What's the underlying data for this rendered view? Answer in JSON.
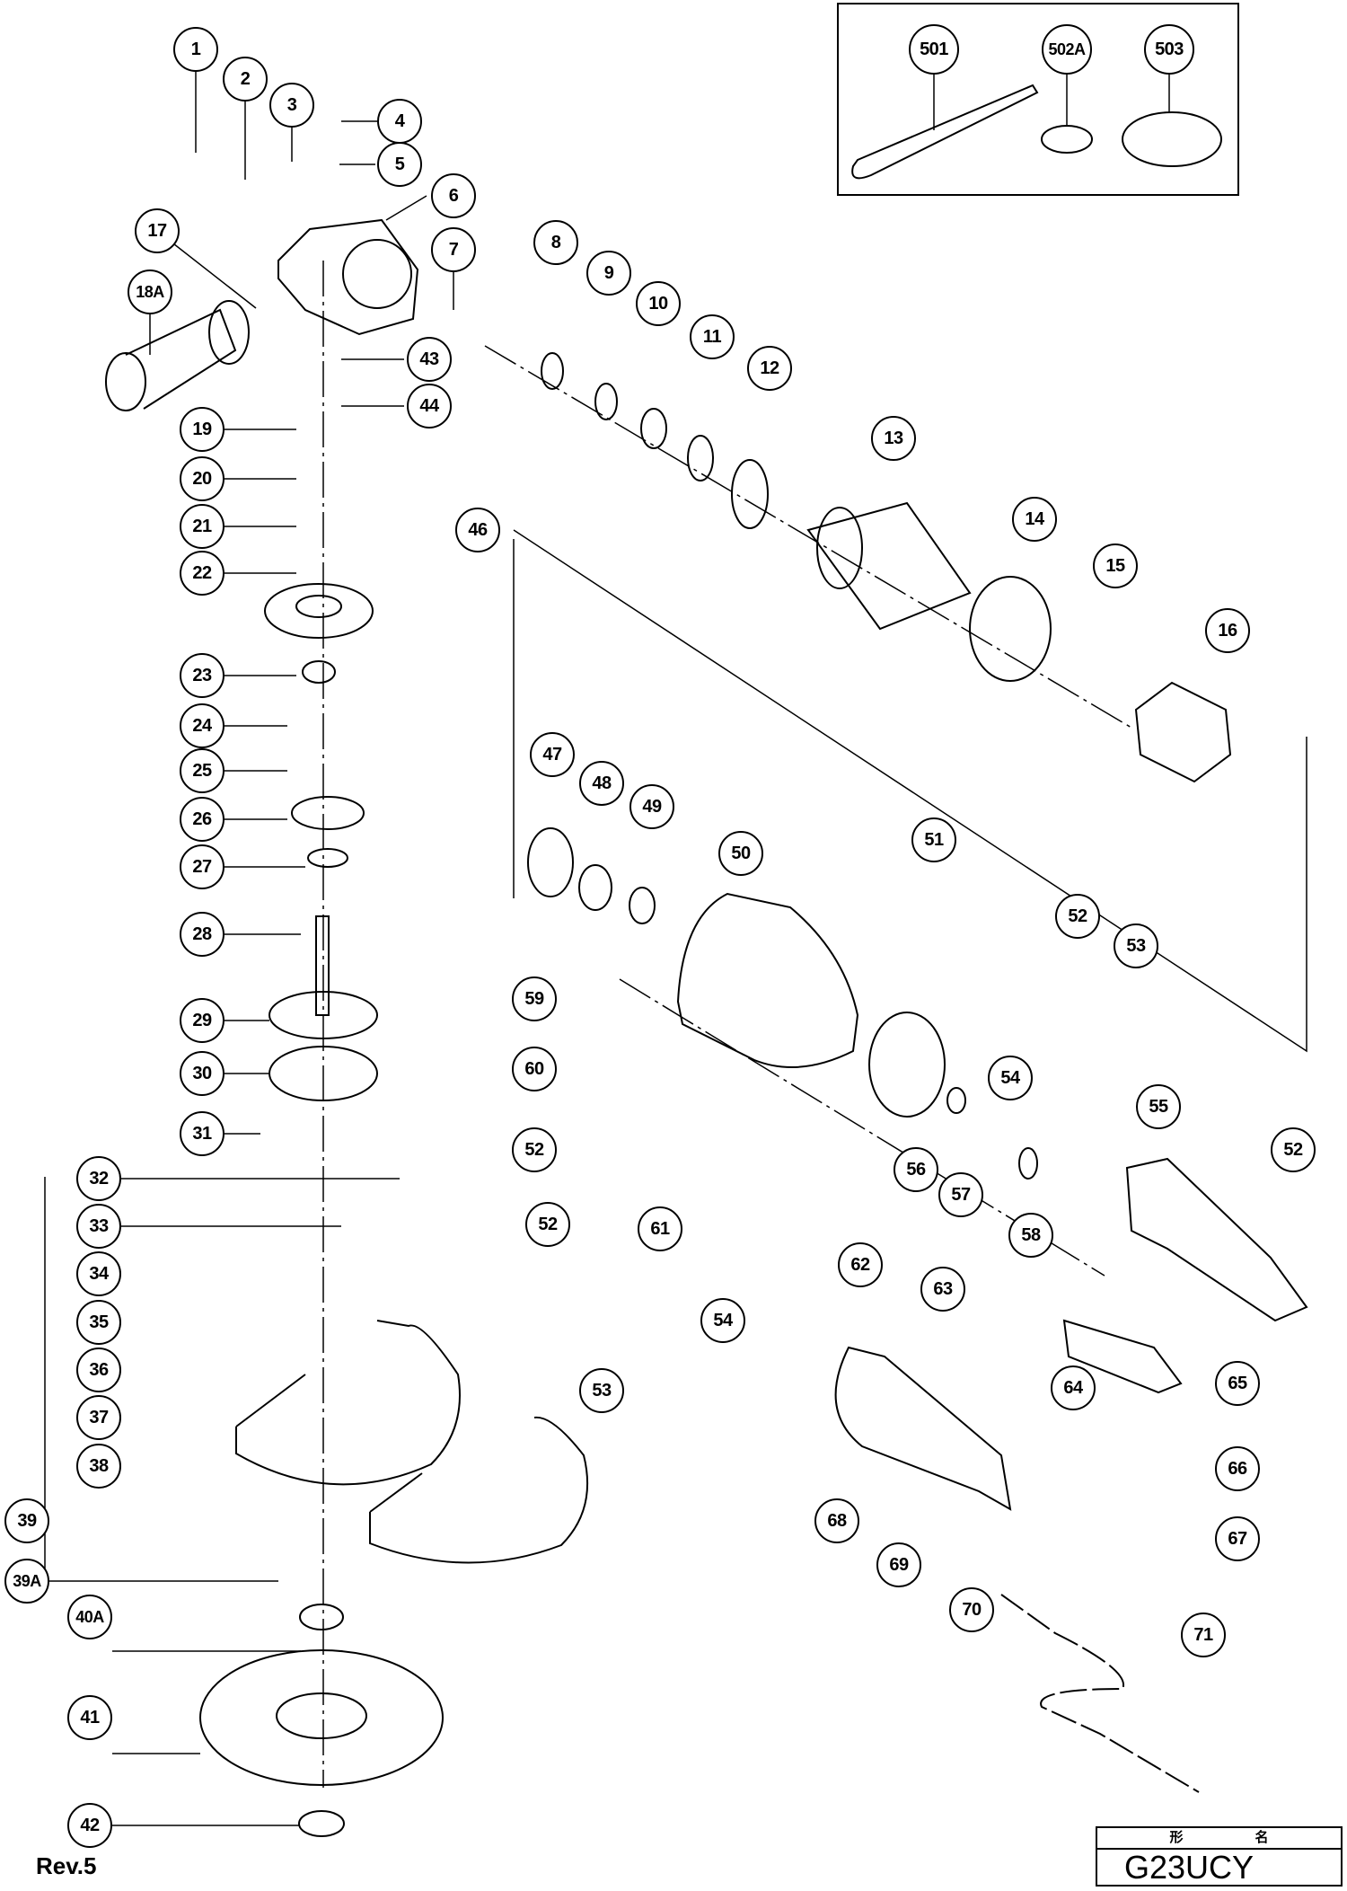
{
  "document": {
    "type": "exploded parts diagram",
    "revision": "Rev.5",
    "model_header": [
      "形",
      "名"
    ],
    "model": "G23UCY"
  },
  "accessories": {
    "labels": [
      "501",
      "502A",
      "503"
    ]
  },
  "callouts": [
    {
      "id": "1",
      "label": "1"
    },
    {
      "id": "2",
      "label": "2"
    },
    {
      "id": "3",
      "label": "3"
    },
    {
      "id": "4",
      "label": "4"
    },
    {
      "id": "5",
      "label": "5"
    },
    {
      "id": "6",
      "label": "6"
    },
    {
      "id": "7",
      "label": "7"
    },
    {
      "id": "8",
      "label": "8"
    },
    {
      "id": "9",
      "label": "9"
    },
    {
      "id": "10",
      "label": "10"
    },
    {
      "id": "11",
      "label": "11"
    },
    {
      "id": "12",
      "label": "12"
    },
    {
      "id": "13",
      "label": "13"
    },
    {
      "id": "14",
      "label": "14"
    },
    {
      "id": "15",
      "label": "15"
    },
    {
      "id": "16",
      "label": "16"
    },
    {
      "id": "17",
      "label": "17"
    },
    {
      "id": "18A",
      "label": "18A"
    },
    {
      "id": "19",
      "label": "19"
    },
    {
      "id": "20",
      "label": "20"
    },
    {
      "id": "21",
      "label": "21"
    },
    {
      "id": "22",
      "label": "22"
    },
    {
      "id": "23",
      "label": "23"
    },
    {
      "id": "24",
      "label": "24"
    },
    {
      "id": "25",
      "label": "25"
    },
    {
      "id": "26",
      "label": "26"
    },
    {
      "id": "27",
      "label": "27"
    },
    {
      "id": "28",
      "label": "28"
    },
    {
      "id": "29",
      "label": "29"
    },
    {
      "id": "30",
      "label": "30"
    },
    {
      "id": "31",
      "label": "31"
    },
    {
      "id": "32",
      "label": "32"
    },
    {
      "id": "33",
      "label": "33"
    },
    {
      "id": "34",
      "label": "34"
    },
    {
      "id": "35",
      "label": "35"
    },
    {
      "id": "36",
      "label": "36"
    },
    {
      "id": "37",
      "label": "37"
    },
    {
      "id": "38",
      "label": "38"
    },
    {
      "id": "39",
      "label": "39"
    },
    {
      "id": "39A",
      "label": "39A"
    },
    {
      "id": "40A",
      "label": "40A"
    },
    {
      "id": "41",
      "label": "41"
    },
    {
      "id": "42",
      "label": "42"
    },
    {
      "id": "43",
      "label": "43"
    },
    {
      "id": "44",
      "label": "44"
    },
    {
      "id": "46",
      "label": "46"
    },
    {
      "id": "47",
      "label": "47"
    },
    {
      "id": "48",
      "label": "48"
    },
    {
      "id": "49",
      "label": "49"
    },
    {
      "id": "50",
      "label": "50"
    },
    {
      "id": "51",
      "label": "51"
    },
    {
      "id": "52a",
      "label": "52"
    },
    {
      "id": "52b",
      "label": "52"
    },
    {
      "id": "52c",
      "label": "52"
    },
    {
      "id": "52d",
      "label": "52"
    },
    {
      "id": "53a",
      "label": "53"
    },
    {
      "id": "53b",
      "label": "53"
    },
    {
      "id": "54a",
      "label": "54"
    },
    {
      "id": "54b",
      "label": "54"
    },
    {
      "id": "55",
      "label": "55"
    },
    {
      "id": "56",
      "label": "56"
    },
    {
      "id": "57",
      "label": "57"
    },
    {
      "id": "58",
      "label": "58"
    },
    {
      "id": "59",
      "label": "59"
    },
    {
      "id": "60",
      "label": "60"
    },
    {
      "id": "61",
      "label": "61"
    },
    {
      "id": "62",
      "label": "62"
    },
    {
      "id": "63",
      "label": "63"
    },
    {
      "id": "64",
      "label": "64"
    },
    {
      "id": "65",
      "label": "65"
    },
    {
      "id": "66",
      "label": "66"
    },
    {
      "id": "67",
      "label": "67"
    },
    {
      "id": "68",
      "label": "68"
    },
    {
      "id": "69",
      "label": "69"
    },
    {
      "id": "70",
      "label": "70"
    },
    {
      "id": "71",
      "label": "71"
    }
  ]
}
